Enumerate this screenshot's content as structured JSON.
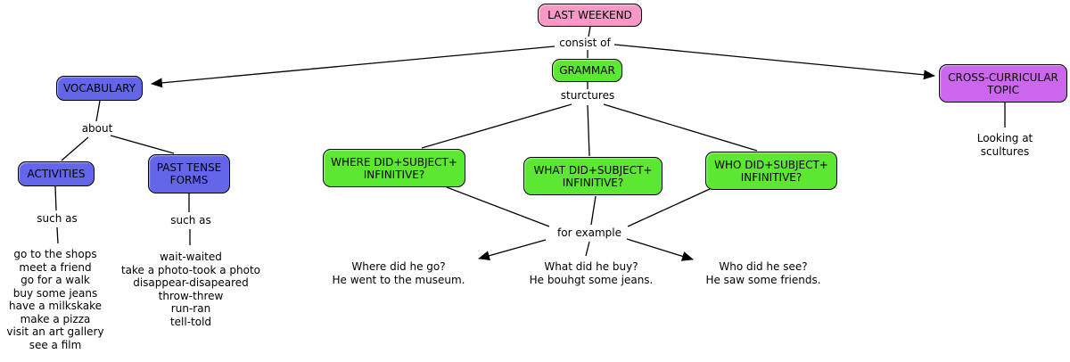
{
  "colors": {
    "topic_pink": "#f799c7",
    "concept_blue": "#6366e8",
    "concept_green": "#5ce832",
    "concept_purple": "#cc66ee",
    "line_black": "#000000",
    "background": "#ffffff"
  },
  "nodes": {
    "last_weekend": {
      "label": "LAST WEEKEND"
    },
    "vocabulary": {
      "label": "VOCABULARY"
    },
    "grammar": {
      "label": "GRAMMAR"
    },
    "cross_curricular": {
      "label": "CROSS-CURRICULAR TOPIC"
    },
    "activities": {
      "label": "ACTIVITIES"
    },
    "past_tense_forms": {
      "label": "PAST TENSE FORMS"
    },
    "q_where": {
      "label": "WHERE DID+SUBJECT+ INFINITIVE?"
    },
    "q_what": {
      "label": "WHAT DID+SUBJECT+ INFINITIVE?"
    },
    "q_who": {
      "label": "WHO DID+SUBJECT+ INFINITIVE?"
    }
  },
  "link_labels": {
    "consist_of": "consist of",
    "sturctures": "sturctures",
    "about": "about",
    "such_as_activities": "such as",
    "such_as_past_tense": "such as",
    "for_example": "for example"
  },
  "leaves": {
    "activities_list": [
      "go to the shops",
      "meet a friend",
      "go for a walk",
      "buy some jeans",
      "have a milkskake",
      "make a pizza",
      "visit an art gallery",
      "see a film"
    ],
    "past_tense_list": [
      "wait-waited",
      "take a photo-took a photo",
      "disappear-disapeared",
      "throw-threw",
      "run-ran",
      "tell-told"
    ],
    "example_where": [
      "Where did he go?",
      "He went to the museum."
    ],
    "example_what": [
      "What did he buy?",
      "He bouhgt some jeans."
    ],
    "example_who": [
      "Who did he see?",
      "He saw some friends."
    ],
    "cross_curricular_topic": "Looking at scultures"
  }
}
